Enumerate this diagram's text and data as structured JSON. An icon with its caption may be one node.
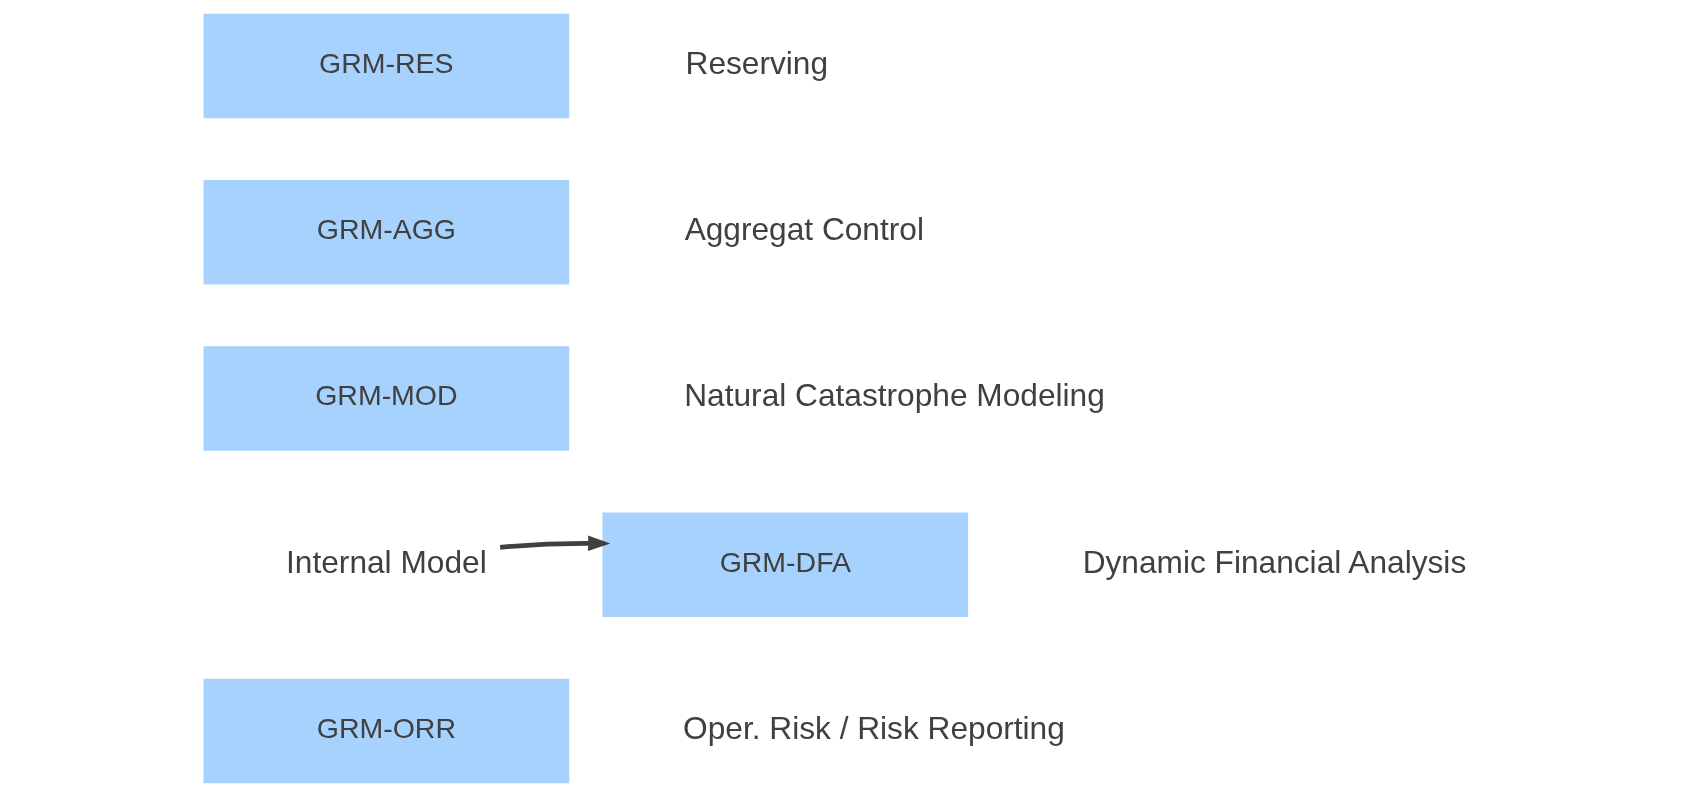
{
  "diagram": {
    "nodes": [
      {
        "text": [
          "GRM-RES"
        ],
        "beside": [
          "Reserving"
        ]
      },
      {
        "text": [
          "GRM-AGG"
        ],
        "beside": [
          "Aggregat Control"
        ]
      },
      {
        "text": [
          "GRM-MOD"
        ],
        "beside": [
          "Natural Catastrophe Modeling"
        ]
      },
      {
        "text": [
          "Internal Model"
        ]
      },
      {
        "text": [
          "GRM-DFA"
        ],
        "beside": [
          "Dynamic Financial Analysis"
        ]
      },
      {
        "text": [
          "GRM-ORR"
        ],
        "beside": [
          "Oper. Risk / Risk Reporting"
        ]
      }
    ],
    "edges": [
      {
        "from": 3,
        "to": 4,
        "arrow": "to"
      }
    ]
  }
}
